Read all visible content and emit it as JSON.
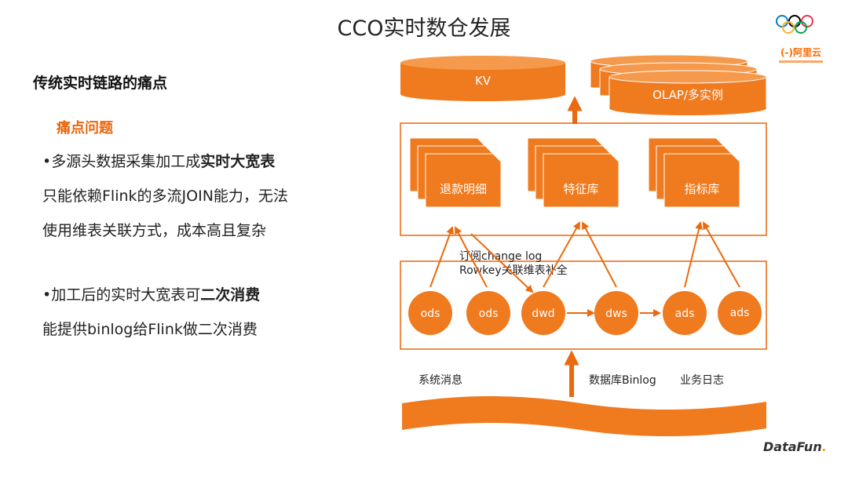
{
  "slide": {
    "title": "CCO实时数仓发展",
    "subheading": "传统实时链路的痛点",
    "pain_title": "痛点问题",
    "bullets": [
      {
        "prefix": "•多源头数据采集加工成",
        "bold": "实时大宽表",
        "lines": [
          "只能依赖Flink的多流JOIN能力，无法",
          "使用维表关联方式，成本高且复杂"
        ]
      },
      {
        "prefix": "•加工后的实时大宽表可",
        "bold": "二次消费",
        "lines": [
          "能提供binlog给Flink做二次消费"
        ]
      }
    ]
  },
  "logos": {
    "alibaba": "(-)阿里云",
    "datafun_main": "DataFun",
    "datafun_dot": "."
  },
  "diagram": {
    "kv_label": "KV",
    "olap_label": "OLAP/多实例",
    "stores": [
      "退款明细",
      "特征库",
      "指标库"
    ],
    "nodes": [
      "ods",
      "ods",
      "dwd",
      "dws",
      "ads",
      "ads"
    ],
    "annotation": [
      "订阅change log",
      "Rowkey关联维表补全"
    ],
    "sources": [
      "系统消息",
      "数据库Binlog",
      "业务日志"
    ],
    "colors": {
      "orange": "#f07a1e",
      "border": "#e8660c",
      "arrow": "#ea6a10"
    }
  }
}
